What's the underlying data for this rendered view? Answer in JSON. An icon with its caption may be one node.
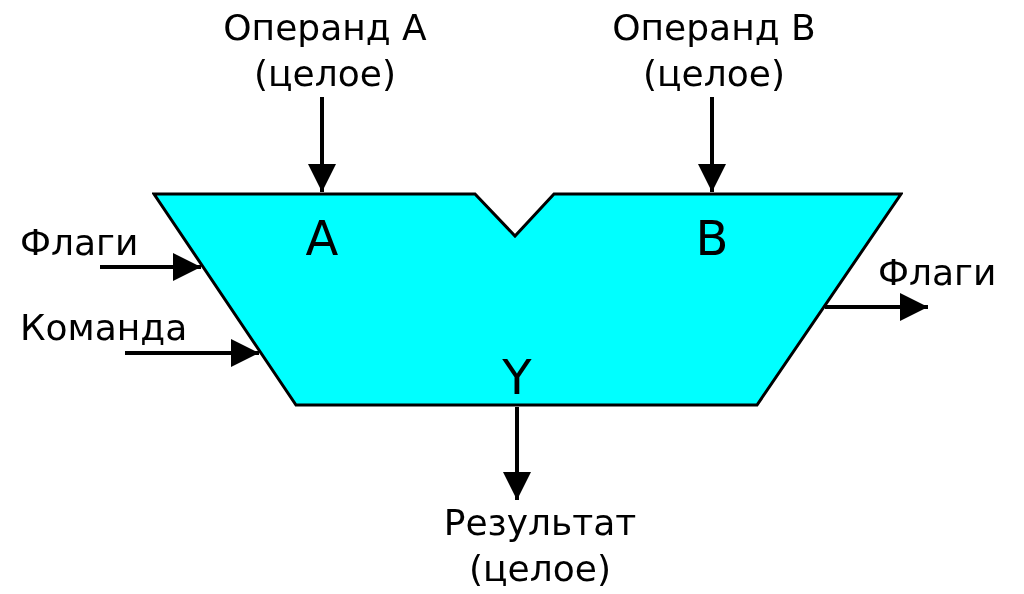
{
  "diagram": {
    "nodes": [
      {
        "text": [
          "Операнд A (целое)"
        ]
      },
      {
        "text": [
          "Операнд B (целое)"
        ]
      },
      {
        "text": [
          "Флаги"
        ]
      },
      {
        "text": [
          "Команда"
        ]
      },
      {
        "text": [
          "A",
          "B",
          "Y"
        ]
      },
      {
        "text": [
          "Флаги"
        ]
      },
      {
        "text": [
          "Результат (целое)"
        ]
      }
    ],
    "edges": [
      {
        "from": 0,
        "to": 4,
        "arrow": "to"
      },
      {
        "from": 1,
        "to": 4,
        "arrow": "to"
      },
      {
        "from": 2,
        "to": 4,
        "arrow": "to"
      },
      {
        "from": 3,
        "to": 4,
        "arrow": "to"
      },
      {
        "from": 4,
        "to": 5,
        "arrow": "to"
      },
      {
        "from": 4,
        "to": 6,
        "arrow": "to"
      }
    ]
  }
}
